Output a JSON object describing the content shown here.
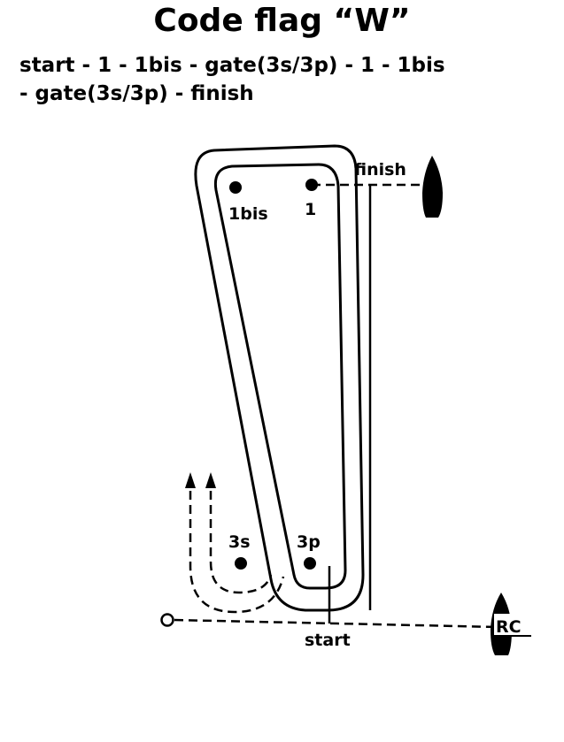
{
  "title": "Code flag “W”",
  "sequence": {
    "line1": "start - 1 - 1bis - gate(3s/3p) - 1 - 1bis",
    "line2": "- gate(3s/3p) - finish"
  },
  "labels": {
    "finish": "finish",
    "mark_1": "1",
    "mark_1bis": "1bis",
    "mark_3s": "3s",
    "mark_3p": "3p",
    "start": "start",
    "rc": "RC"
  },
  "colors": {
    "ink": "#000000",
    "background": "#ffffff"
  }
}
